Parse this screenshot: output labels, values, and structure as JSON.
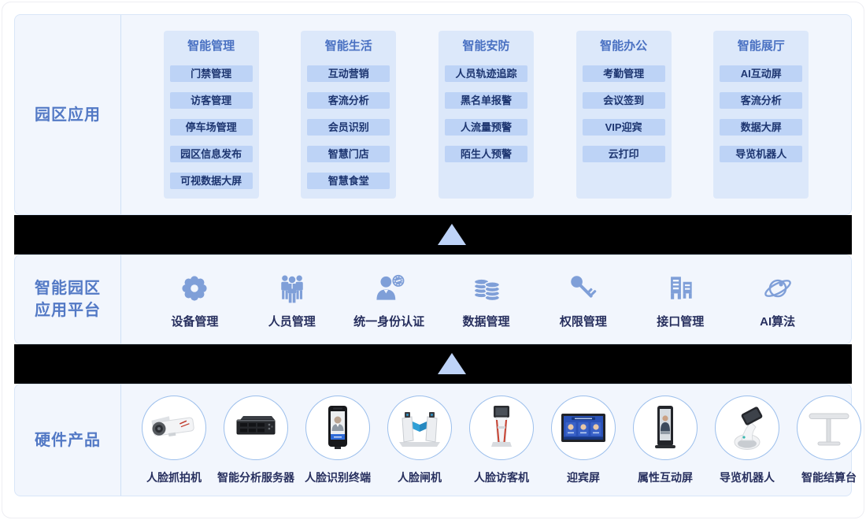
{
  "colors": {
    "panel_bg": "#f2f6fd",
    "panel_border": "#d9e6f8",
    "row_label_blue": "#5379c5",
    "card_bg": "#dce8fa",
    "card_title_blue": "#4a71c2",
    "chip_bg": "#bdd3f6",
    "chip_text": "#1d3570",
    "band_bg": "#000000",
    "triangle_blue": "#bed3f7",
    "icon_blue": "#7f9fd8",
    "dark_label": "#272f5e"
  },
  "applications": {
    "row_label": "园区应用",
    "columns": [
      {
        "title": "智能管理",
        "items": [
          "门禁管理",
          "访客管理",
          "停车场管理",
          "园区信息发布",
          "可视数据大屏"
        ]
      },
      {
        "title": "智能生活",
        "items": [
          "互动营销",
          "客流分析",
          "会员识别",
          "智慧门店",
          "智慧食堂"
        ]
      },
      {
        "title": "智能安防",
        "items": [
          "人员轨迹追踪",
          "黑名单报警",
          "人流量预警",
          "陌生人预警"
        ]
      },
      {
        "title": "智能办公",
        "items": [
          "考勤管理",
          "会议签到",
          "VIP迎宾",
          "云打印"
        ]
      },
      {
        "title": "智能展厅",
        "items": [
          "AI互动屏",
          "客流分析",
          "数据大屏",
          "导览机器人"
        ]
      }
    ]
  },
  "platform": {
    "row_label_line1": "智能园区",
    "row_label_line2": "应用平台",
    "modules": [
      {
        "label": "设备管理",
        "icon": "gear-icon"
      },
      {
        "label": "人员管理",
        "icon": "people-group-icon"
      },
      {
        "label": "统一身份认证",
        "icon": "identity-certified-icon"
      },
      {
        "label": "数据管理",
        "icon": "database-stack-icon"
      },
      {
        "label": "权限管理",
        "icon": "key-icon"
      },
      {
        "label": "接口管理",
        "icon": "buildings-icon"
      },
      {
        "label": "AI算法",
        "icon": "planet-icon"
      }
    ]
  },
  "hardware": {
    "row_label": "硬件产品",
    "products": [
      {
        "label": "人脸抓拍机",
        "icon": "face-capture-camera-icon"
      },
      {
        "label": "智能分析服务器",
        "icon": "analysis-server-icon"
      },
      {
        "label": "人脸识别终端",
        "icon": "face-terminal-icon"
      },
      {
        "label": "人脸闸机",
        "icon": "face-gate-icon"
      },
      {
        "label": "人脸访客机",
        "icon": "visitor-kiosk-icon"
      },
      {
        "label": "迎宾屏",
        "icon": "welcome-screen-icon"
      },
      {
        "label": "属性互动屏",
        "icon": "interactive-totem-icon"
      },
      {
        "label": "导览机器人",
        "icon": "guide-robot-icon"
      },
      {
        "label": "智能结算台",
        "icon": "smart-checkout-icon"
      }
    ]
  }
}
